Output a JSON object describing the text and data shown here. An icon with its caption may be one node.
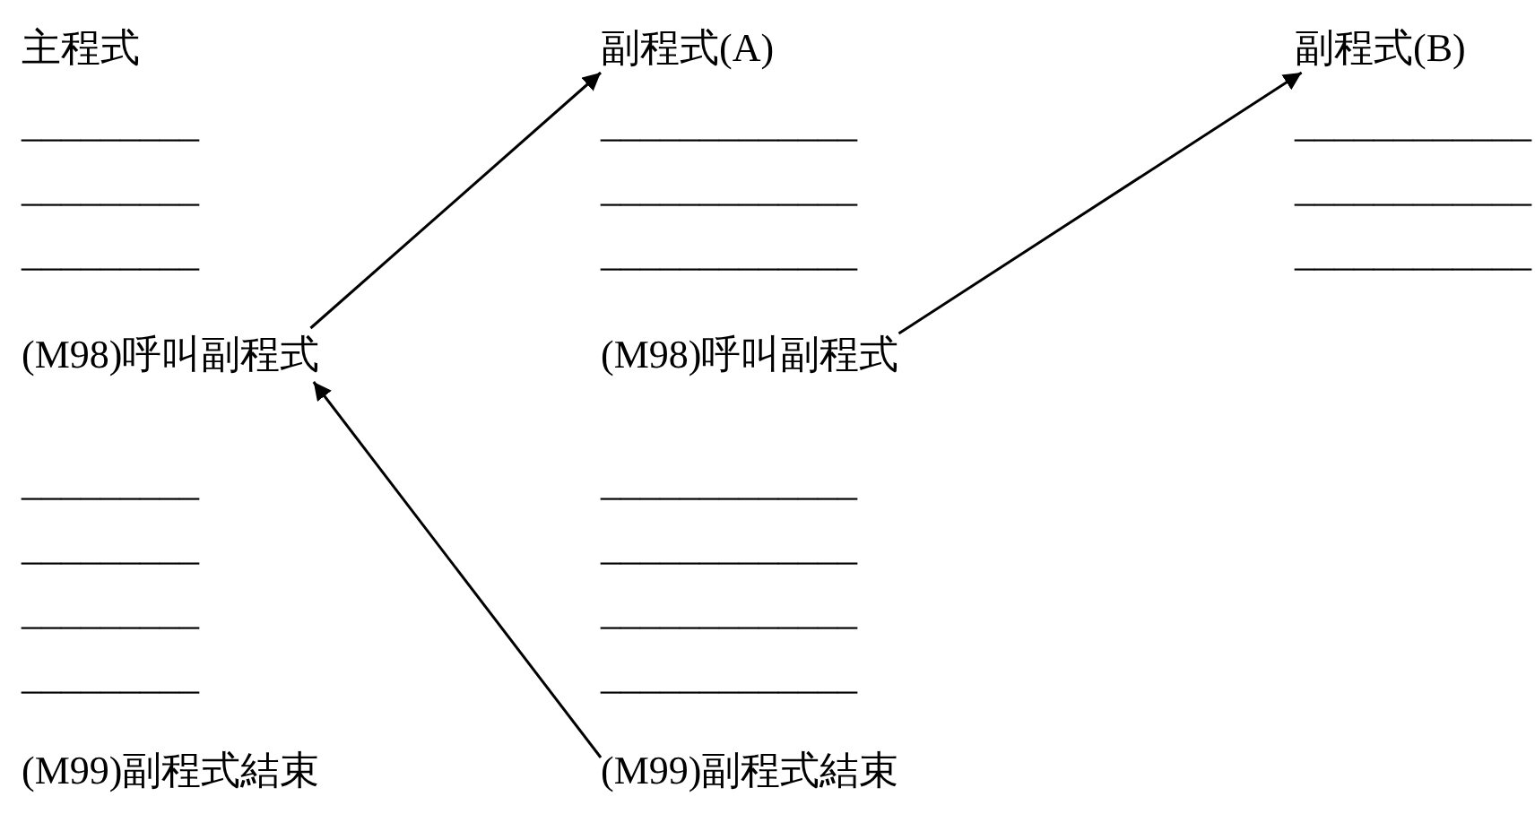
{
  "diagram": {
    "nodes": [
      {
        "text": [
          "(M98)呼叫副程式"
        ]
      },
      {
        "text": [
          "副程式(A)"
        ]
      },
      {
        "text": [
          "(M98)呼叫副程式"
        ]
      },
      {
        "text": [
          "副程式(B)"
        ]
      },
      {
        "text": [
          "(M99)副程式結束"
        ]
      }
    ],
    "edges": [
      {
        "from": 0,
        "to": 1,
        "arrow": "to"
      },
      {
        "from": 2,
        "to": 3,
        "arrow": "to"
      },
      {
        "from": 4,
        "to": 0,
        "arrow": "to"
      }
    ],
    "labels": [
      "主程式",
      "_________",
      "_________",
      "_________",
      "_____________",
      "_____________",
      "_____________",
      "____________",
      "____________",
      "____________",
      "_________",
      "_________",
      "_________",
      "_________",
      "_____________",
      "_____________",
      "_____________",
      "_____________",
      "(M99)副程式結束"
    ]
  }
}
